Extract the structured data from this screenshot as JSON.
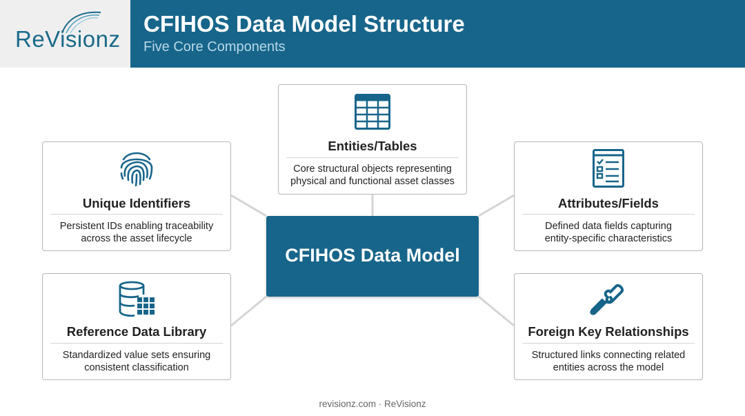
{
  "brand": {
    "logo_text": "ReVisionz"
  },
  "header": {
    "title": "CFIHOS Data Model Structure",
    "subtitle": "Five Core Components"
  },
  "center": {
    "label": "CFIHOS Data Model"
  },
  "components": {
    "entities": {
      "title": "Entities/Tables",
      "description_line1": "Core structural objects representing",
      "description_line2": "physical and functional asset classes",
      "icon": "table-icon"
    },
    "identifiers": {
      "title": "Unique Identifiers",
      "description_line1": "Persistent IDs enabling traceability",
      "description_line2": "across the asset lifecycle",
      "icon": "fingerprint-icon"
    },
    "attributes": {
      "title": "Attributes/Fields",
      "description_line1": "Defined data fields capturing",
      "description_line2": "entity-specific characteristics",
      "icon": "checklist-icon"
    },
    "reference": {
      "title": "Reference Data Library",
      "description_line1": "Standardized value sets ensuring",
      "description_line2": "consistent classification",
      "icon": "database-grid-icon"
    },
    "foreign_keys": {
      "title": "Foreign Key Relationships",
      "description_line1": "Structured links connecting related",
      "description_line2": "entities across the model",
      "icon": "link-icon"
    }
  },
  "footer": {
    "text": "revisionz.com · ReVisionz"
  },
  "colors": {
    "primary": "#17658a",
    "logo_bg": "#efefef",
    "card_border": "#b5b5b5",
    "connector": "#d4d4d4"
  }
}
